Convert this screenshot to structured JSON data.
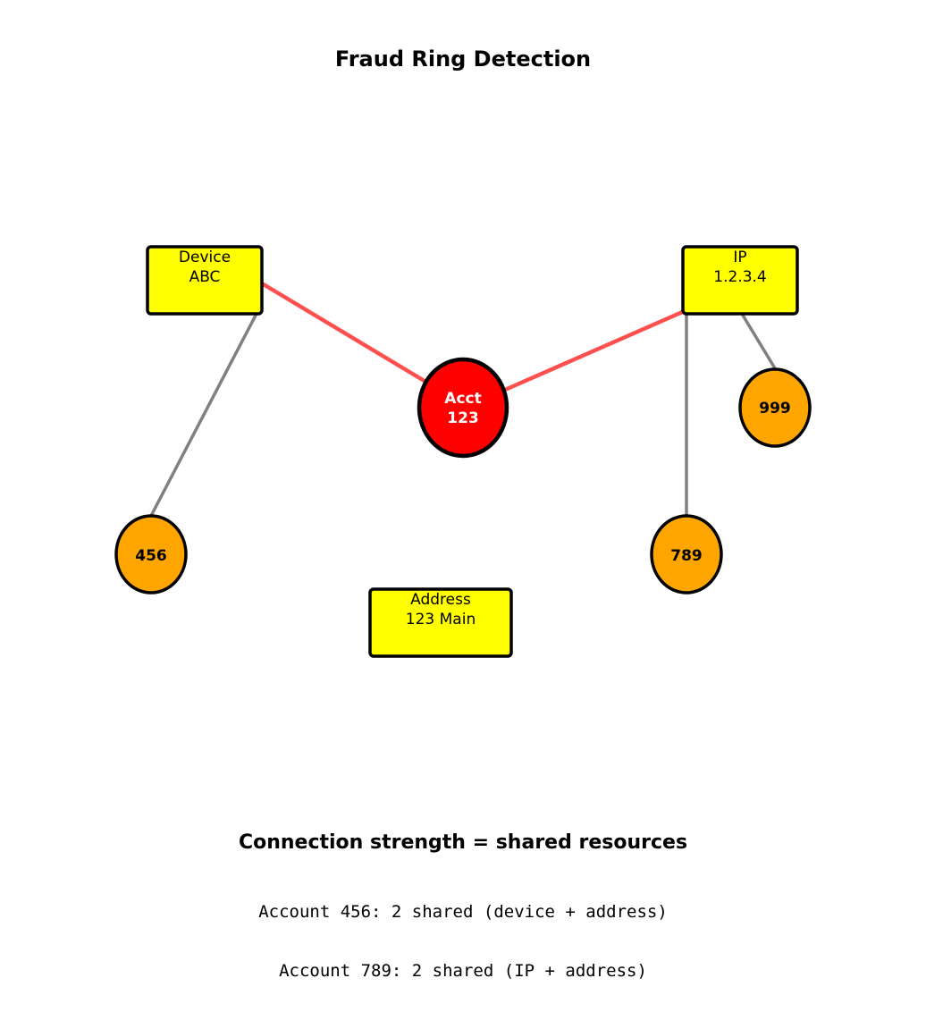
{
  "title": "Fraud Ring Detection",
  "colors": {
    "primary_account": "#ff0000",
    "other_account": "#ffa500",
    "resource": "#ffff00",
    "strong_edge": "#ff5050",
    "weak_edge": "#808080",
    "outline": "#000000"
  },
  "resources": [
    {
      "id": "device",
      "line1": "Device",
      "line2": "ABC"
    },
    {
      "id": "ip",
      "line1": "IP",
      "line2": "1.2.3.4"
    },
    {
      "id": "address",
      "line1": "Address",
      "line2": "123 Main"
    }
  ],
  "accounts": [
    {
      "id": "acct123",
      "line1": "Acct",
      "line2": "123",
      "primary": true
    },
    {
      "id": "acct456",
      "line1": "456",
      "line2": "",
      "primary": false
    },
    {
      "id": "acct789",
      "line1": "789",
      "line2": "",
      "primary": false
    },
    {
      "id": "acct999",
      "line1": "999",
      "line2": "",
      "primary": false
    }
  ],
  "edges": [
    {
      "from": "device",
      "to": "acct123",
      "type": "strong"
    },
    {
      "from": "ip",
      "to": "acct123",
      "type": "strong"
    },
    {
      "from": "device",
      "to": "acct456",
      "type": "weak"
    },
    {
      "from": "ip",
      "to": "acct789",
      "type": "weak"
    },
    {
      "from": "ip",
      "to": "acct999",
      "type": "weak"
    }
  ],
  "legend": {
    "heading": "Connection strength = shared resources",
    "lines": [
      "Account 456: 2 shared (device + address)",
      "Account 789: 2 shared (IP + address)"
    ]
  }
}
